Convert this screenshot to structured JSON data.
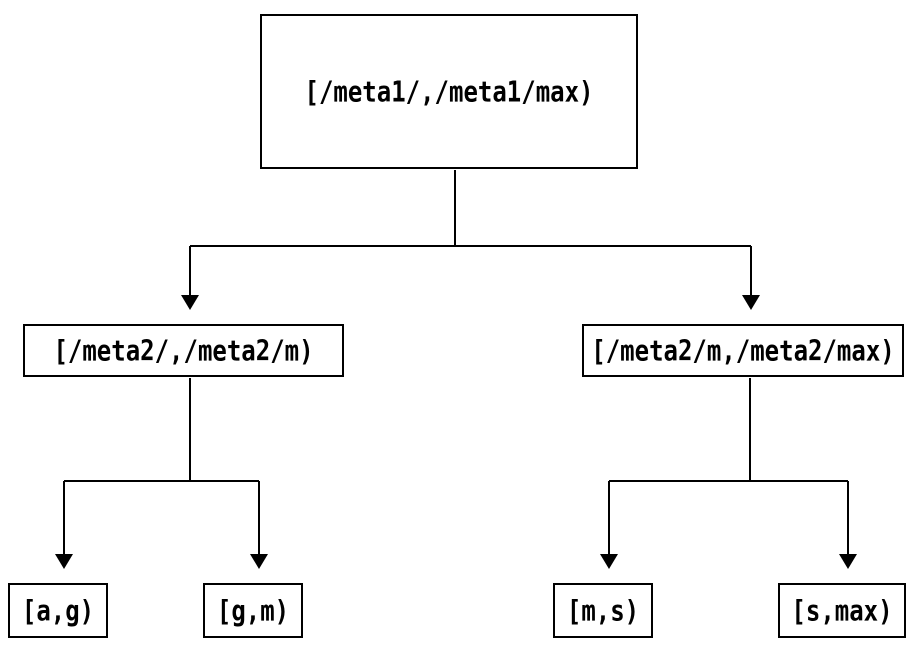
{
  "diagram": {
    "type": "tree",
    "root": {
      "label": "[/meta1/,/meta1/max)",
      "children": [
        {
          "label": "[/meta2/,/meta2/m)",
          "children": [
            {
              "label": "[a,g)"
            },
            {
              "label": "[g,m)"
            }
          ]
        },
        {
          "label": "[/meta2/m,/meta2/max)",
          "children": [
            {
              "label": "[m,s)"
            },
            {
              "label": "[s,max)"
            }
          ]
        }
      ]
    },
    "colors": {
      "line": "#000000",
      "text": "#000000",
      "node_border": "#000000",
      "background": "#ffffff"
    }
  }
}
